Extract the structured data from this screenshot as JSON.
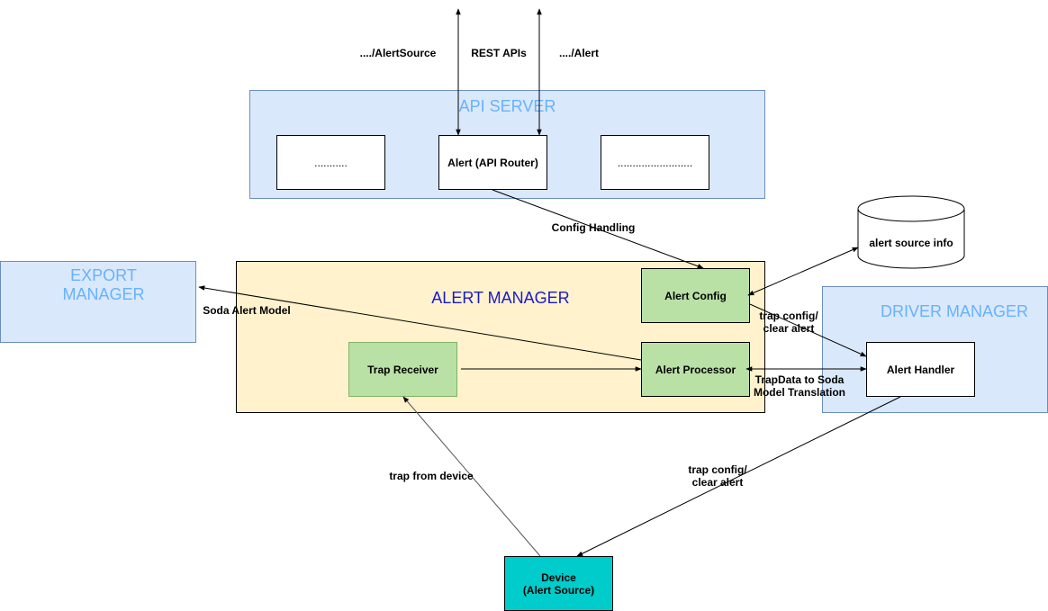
{
  "api_server": {
    "title": "API SERVER",
    "left_box": "...........",
    "router_box": "Alert (API Router)",
    "right_box": "........................."
  },
  "rest_labels": {
    "alert_source": "..../AlertSource",
    "rest_apis": "REST APIs",
    "alert": "..../Alert"
  },
  "export_manager": {
    "title": "EXPORT\nMANAGER"
  },
  "alert_manager": {
    "title": "ALERT MANAGER",
    "alert_config": "Alert Config",
    "trap_receiver": "Trap Receiver",
    "alert_processor": "Alert Processor"
  },
  "driver_manager": {
    "title": "DRIVER MANAGER",
    "alert_handler": "Alert Handler"
  },
  "database": {
    "label": "alert source info"
  },
  "device": {
    "label": "Device\n(Alert Source)"
  },
  "edge_labels": {
    "config_handling": "Config Handling",
    "soda_alert_model": "Soda Alert Model",
    "trap_config_top": "trap config/\nclear alert",
    "trapdata_translation": "TrapData to Soda\nModel Translation",
    "trap_from_device": "trap from device",
    "trap_config_bottom": "trap config/\nclear alert"
  },
  "colors": {
    "blue_fill": "#dae8fc",
    "blue_stroke": "#6c8ebf",
    "yellow_fill": "#fff2cc",
    "green_fill": "#b9e0a5",
    "green_stroke": "#82b366",
    "device_fill": "#00cccc",
    "title_light_blue": "#66b2ff",
    "title_dark_blue": "#1a1acc"
  }
}
